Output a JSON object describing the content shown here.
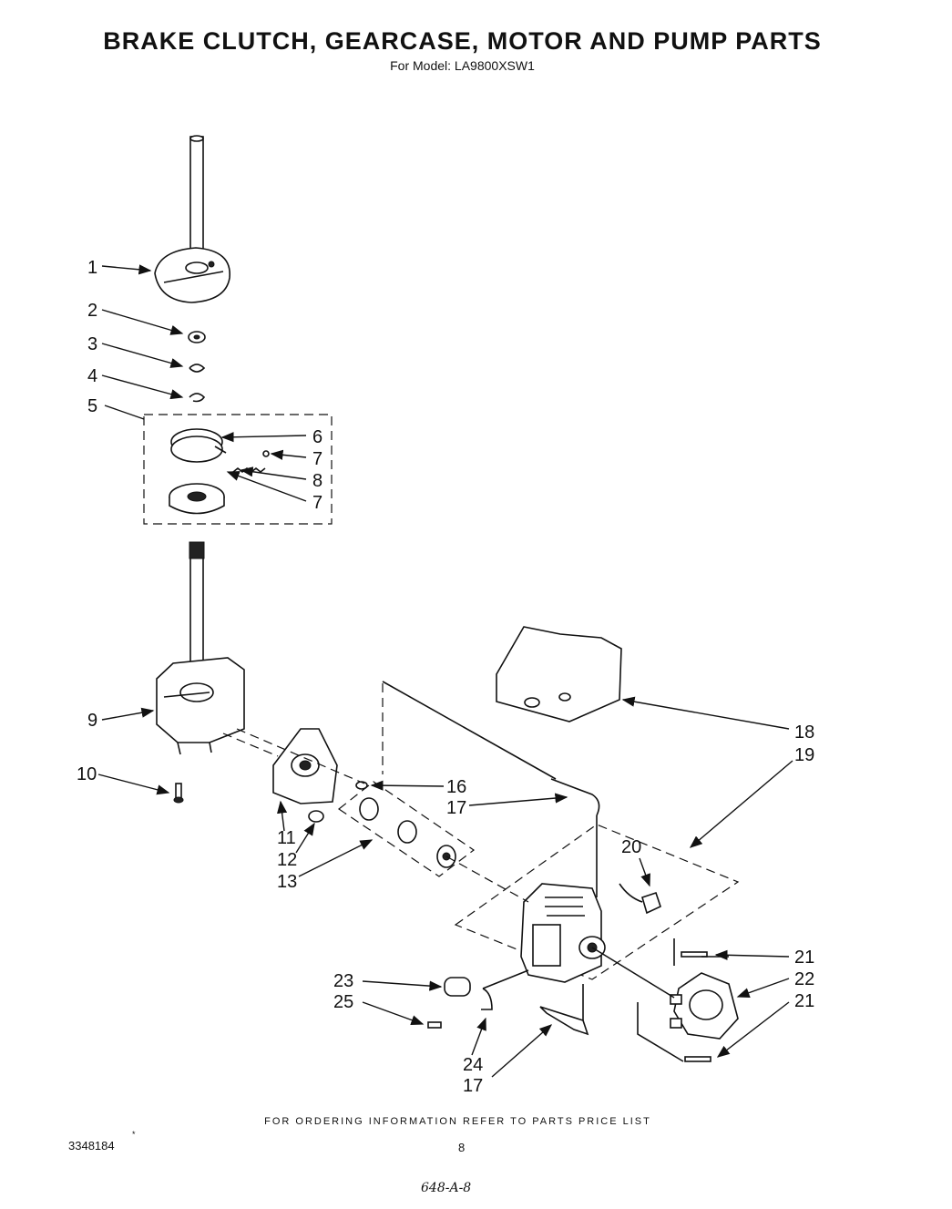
{
  "header": {
    "title": "BRAKE  CLUTCH, GEARCASE, MOTOR AND PUMP PARTS",
    "subtitle": "For Model: LA9800XSW1"
  },
  "callouts": [
    "1",
    "2",
    "3",
    "4",
    "5",
    "6",
    "7",
    "8",
    "7",
    "9",
    "10",
    "11",
    "12",
    "13",
    "16",
    "17",
    "18",
    "19",
    "20",
    "21",
    "22",
    "21",
    "23",
    "25",
    "24",
    "17"
  ],
  "footer": {
    "ordering_note": "FOR ORDERING INFORMATION REFER TO PARTS PRICE LIST",
    "doc_number": "3348184",
    "doc_mark": "*",
    "page_number": "8",
    "handwritten_note": "648-A-8"
  }
}
